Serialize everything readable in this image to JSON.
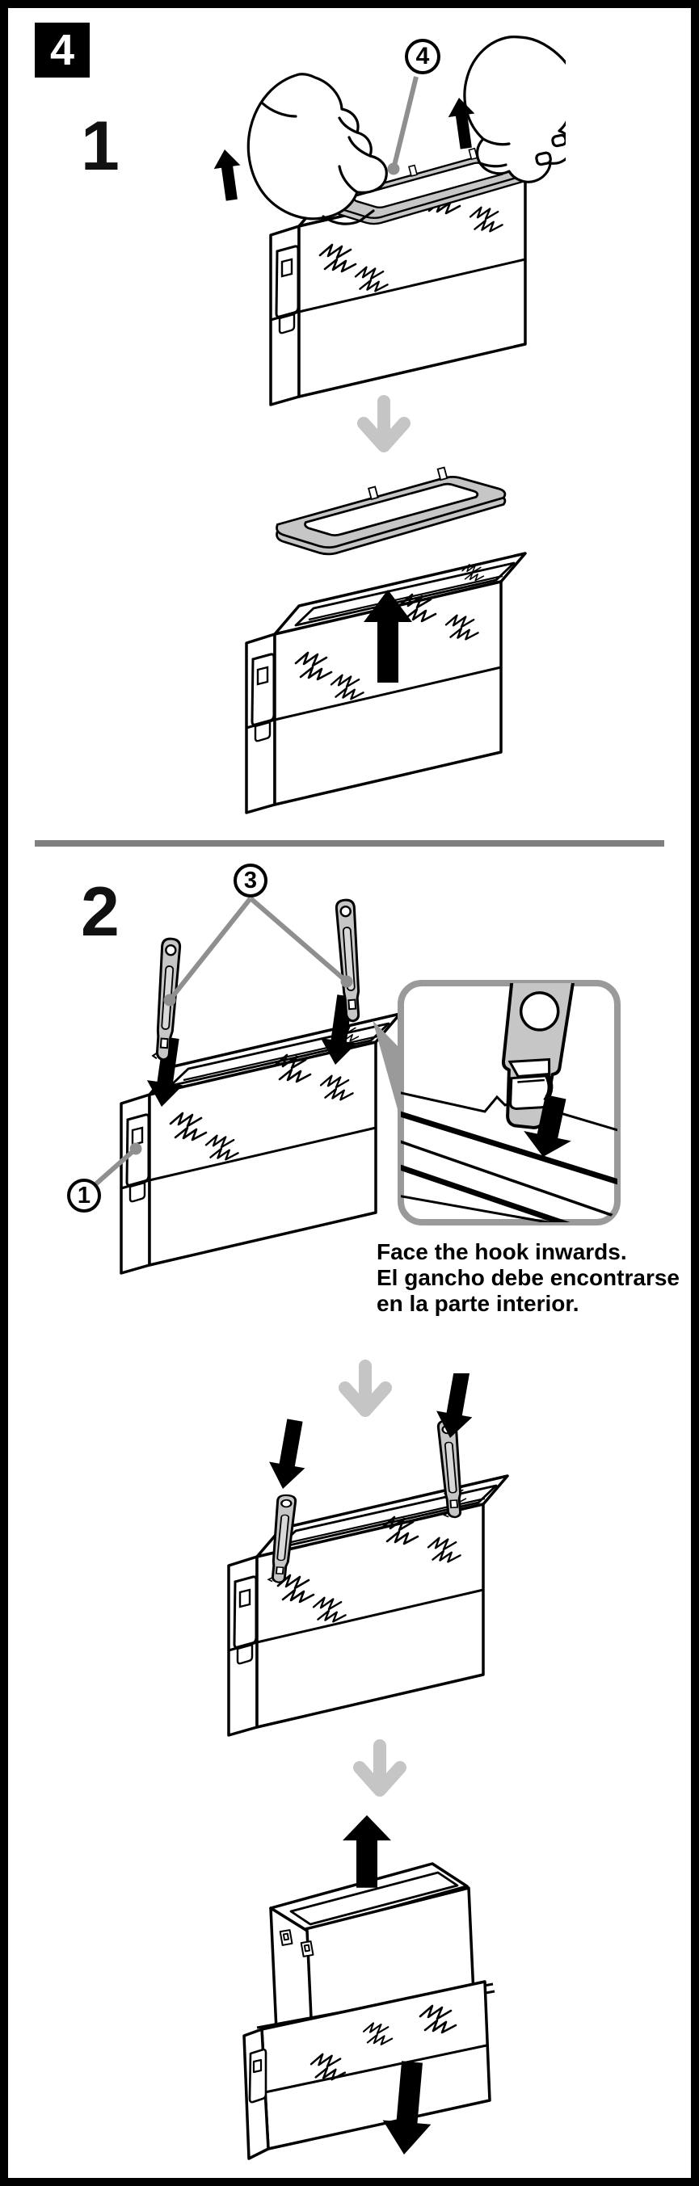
{
  "page": {
    "section_badge": "4",
    "step1_label": "1",
    "step2_label": "2"
  },
  "callouts": {
    "frame_part": "4",
    "hook_part": "3",
    "latch_part": "1"
  },
  "caption": {
    "line1_en": "Face the hook inwards.",
    "line2_es": "El gancho debe encontrarse",
    "line3_es": "en la parte interior."
  },
  "colors": {
    "page_border": "#000000",
    "divider_gray": "#7f7f7f",
    "flow_arrow_gray": "#c5c5c5",
    "part_fill_gray": "#c6c6c6",
    "leader_line_gray": "#8f8f8f",
    "inset_border_gray": "#9a9a9a"
  },
  "icons": {
    "flow_arrow": "gray-down-arrow",
    "lift_arrow": "black-up-arrow",
    "press_arrow": "black-down-arrow"
  }
}
